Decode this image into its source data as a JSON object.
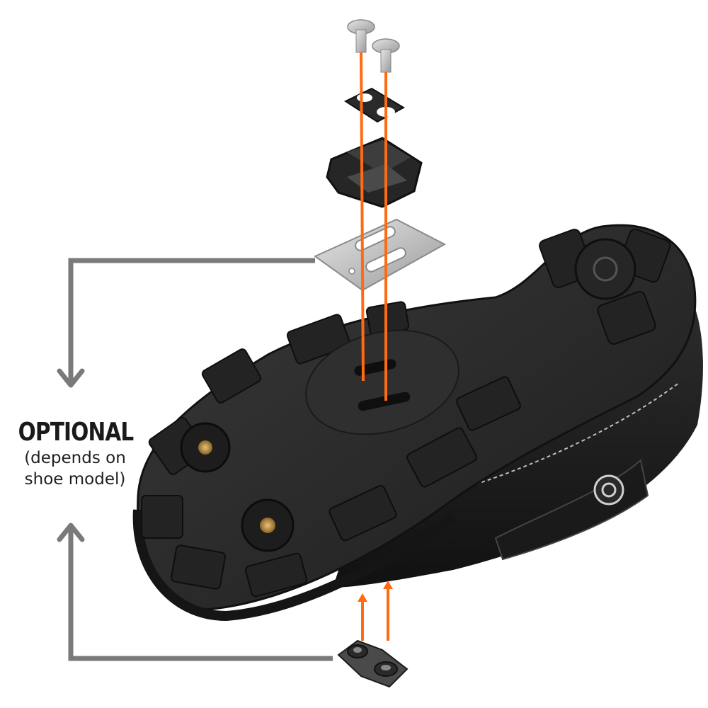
{
  "label": {
    "title": "OPTIONAL",
    "subtitle_line1": "(depends on",
    "subtitle_line2": "shoe model)"
  },
  "colors": {
    "guide_arrow": "#ff6a13",
    "bracket": "#7a7a7a",
    "sole": "#2b2b2b",
    "cleat": "#2a2a2a",
    "shim_plate": "#c9c9c9",
    "insert_brass": "#b8893a"
  },
  "icons": [
    "screw-icon",
    "washer-icon",
    "cleat-icon",
    "shim-plate-icon",
    "nut-plate-icon",
    "shoe-sole-icon"
  ]
}
